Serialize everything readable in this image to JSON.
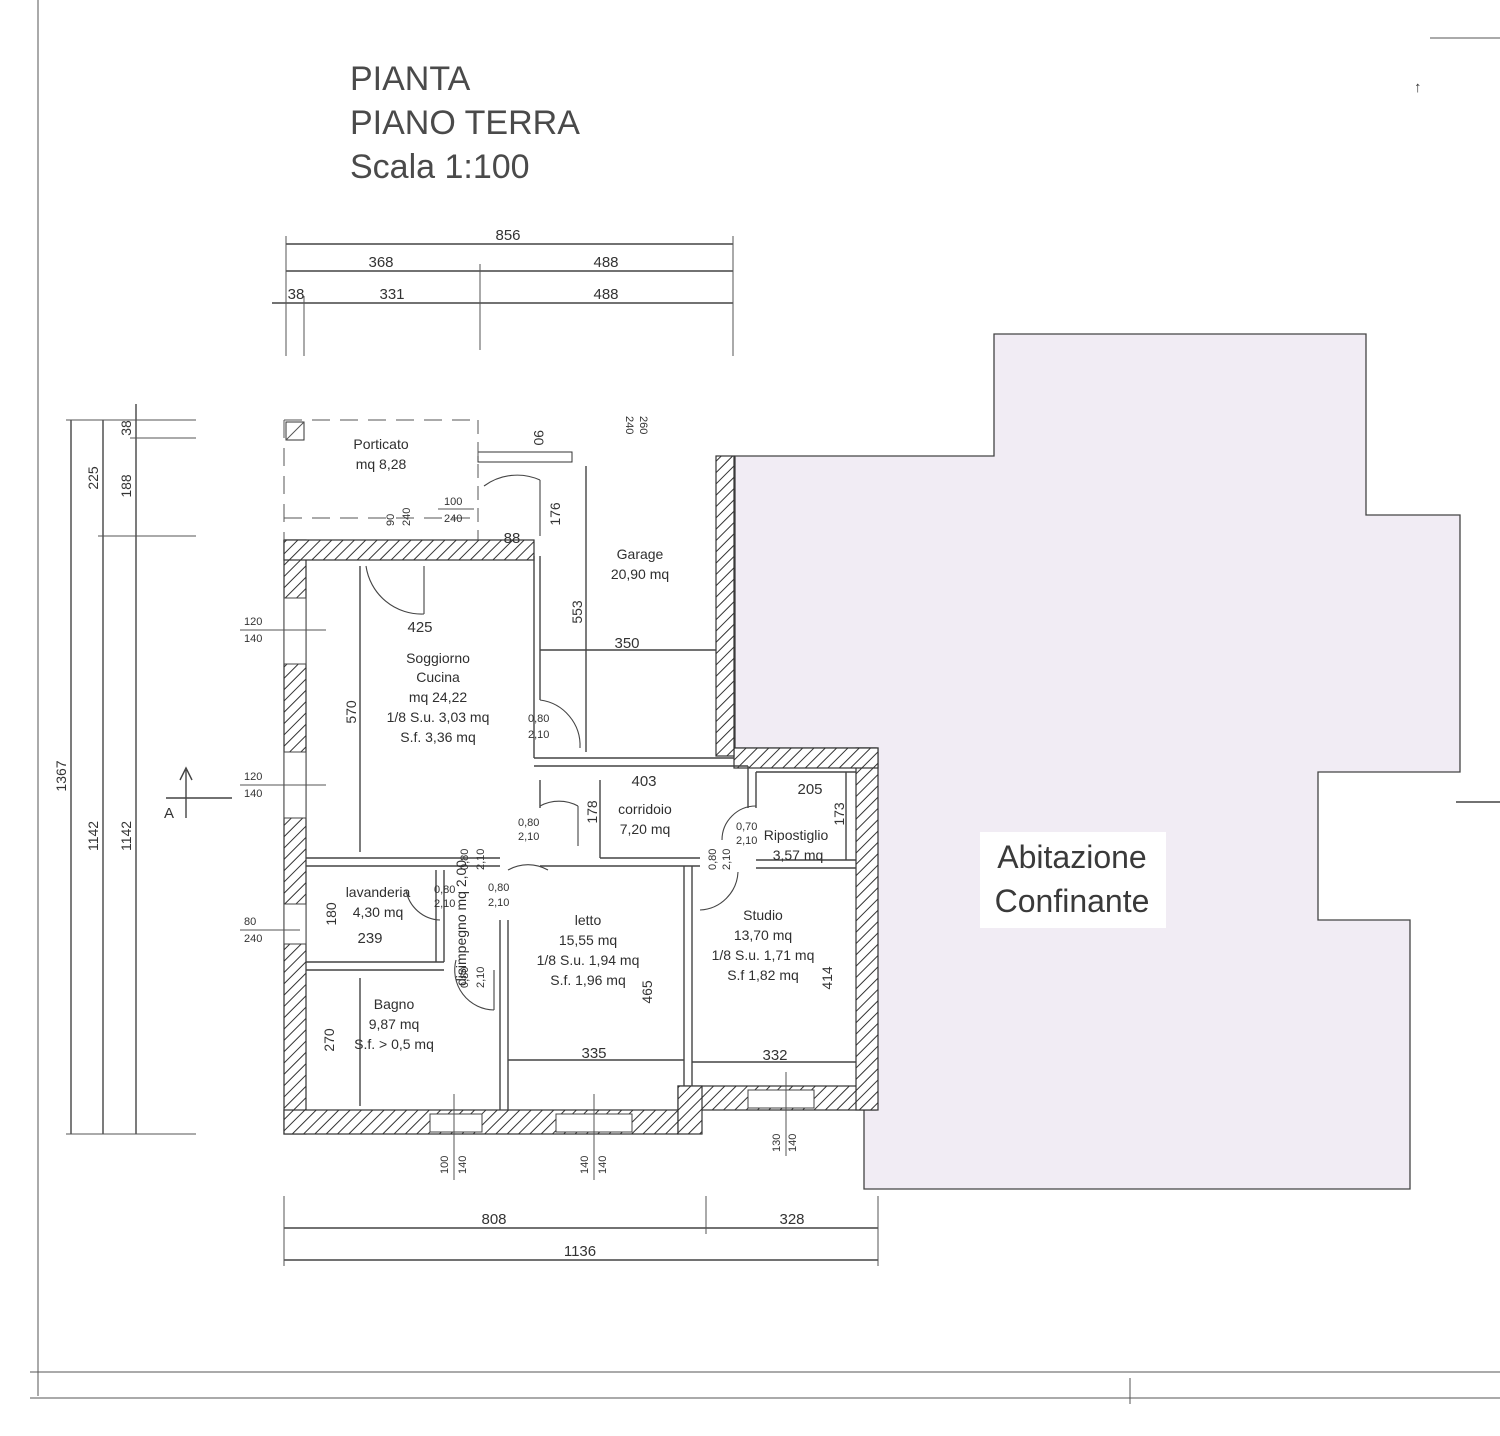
{
  "title": {
    "line1": "PIANTA",
    "line2": "PIANO TERRA",
    "line3": "Scala 1:100"
  },
  "dimensions": {
    "top_total": "856",
    "top_row1": [
      "368",
      "488"
    ],
    "top_row2": [
      "38",
      "331",
      "488"
    ],
    "left_total": "1367",
    "left_a": [
      "225",
      "1142"
    ],
    "left_b": [
      "38",
      "188",
      "1142"
    ],
    "bottom_row1": [
      "808",
      "328"
    ],
    "bottom_total": "1136"
  },
  "interior_dims": {
    "d90": "90",
    "d240_260": [
      "240",
      "260"
    ],
    "d176": "176",
    "d88": "88",
    "d553": "553",
    "d350": "350",
    "d425": "425",
    "d570": "570",
    "d403": "403",
    "d178": "178",
    "d205": "205",
    "d173": "173",
    "d180": "180",
    "d239": "239",
    "d270": "270",
    "d335": "335",
    "d465": "465",
    "d332": "332",
    "d414": "414"
  },
  "openings": {
    "porch_door": [
      "90",
      "240"
    ],
    "porch_door2": [
      "100",
      "240"
    ],
    "win_left1": [
      "120",
      "140"
    ],
    "win_left2": [
      "120",
      "140"
    ],
    "win_left3": [
      "80",
      "240"
    ],
    "door_kitchen": [
      "0,80",
      "2,10"
    ],
    "door_corr": [
      "0,80",
      "2,10"
    ],
    "door_rip": [
      "0,70",
      "2,10"
    ],
    "door_studio": [
      "0,80",
      "2,10"
    ],
    "door_lav": [
      "0,80",
      "2,10"
    ],
    "door_dis": [
      "0,80",
      "2,10"
    ],
    "door_letto": [
      "0,80",
      "2,10"
    ],
    "door_bagno": [
      "0,80",
      "2,10"
    ],
    "win_b1": [
      "100",
      "140"
    ],
    "win_b2": [
      "140",
      "140"
    ],
    "win_b3": [
      "130",
      "140"
    ]
  },
  "rooms": {
    "porticato": [
      "Porticato",
      "mq 8,28"
    ],
    "garage": [
      "Garage",
      "20,90 mq"
    ],
    "soggiorno": [
      "Soggiorno",
      "Cucina",
      "mq 24,22",
      "1/8 S.u. 3,03 mq",
      "S.f. 3,36 mq"
    ],
    "corridoio": [
      "corridoio",
      "7,20 mq"
    ],
    "ripostiglio": [
      "Ripostiglio",
      "3,57 mq"
    ],
    "lavanderia": [
      "lavanderia",
      "4,30 mq"
    ],
    "disimpegno": "disimpegno mq 2,00",
    "letto": [
      "letto",
      "15,55 mq",
      "1/8 S.u. 1,94 mq",
      "S.f. 1,96 mq"
    ],
    "studio": [
      "Studio",
      "13,70 mq",
      "1/8 S.u. 1,71 mq",
      "S.f 1,82 mq"
    ],
    "bagno": [
      "Bagno",
      "9,87 mq",
      "S.f. > 0,5 mq"
    ]
  },
  "neighbor": [
    "Abitazione",
    "Confinante"
  ],
  "section_mark": "A",
  "colors": {
    "neighbor_fill": "#f1ecf4",
    "line": "#444444"
  }
}
